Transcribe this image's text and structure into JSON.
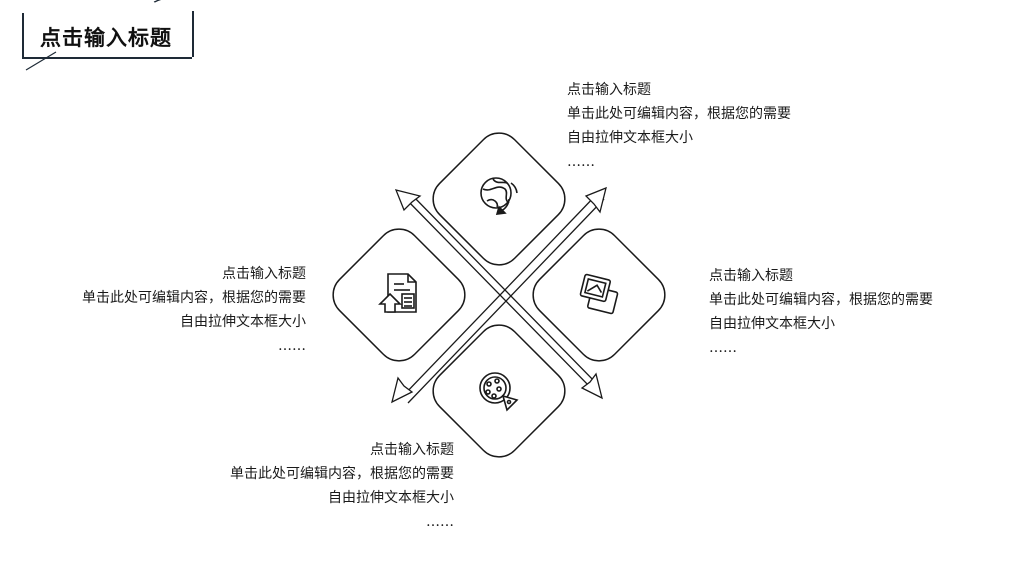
{
  "header": {
    "title": "点击输入标题"
  },
  "blocks": [
    {
      "title": "点击输入标题",
      "line1": "单击此处可编辑内容，根据您的需要",
      "line2": "自由拉伸文本框大小",
      "ellipsis": "……"
    },
    {
      "title": "点击输入标题",
      "line1": "单击此处可编辑内容，根据您的需要",
      "line2": "自由拉伸文本框大小",
      "ellipsis": "……"
    },
    {
      "title": "点击输入标题",
      "line1": "单击此处可编辑内容，根据您的需要",
      "line2": "自由拉伸文本框大小",
      "ellipsis": "……"
    },
    {
      "title": "点击输入标题",
      "line1": "单击此处可编辑内容，根据您的需要",
      "line2": "自由拉伸文本框大小",
      "ellipsis": "……"
    }
  ],
  "icons": [
    "globe-refresh-icon",
    "photo-gallery-icon",
    "pizza-icon",
    "document-upload-icon"
  ],
  "colors": {
    "frame": "#1e2a36",
    "stroke": "#1a1a1a"
  }
}
